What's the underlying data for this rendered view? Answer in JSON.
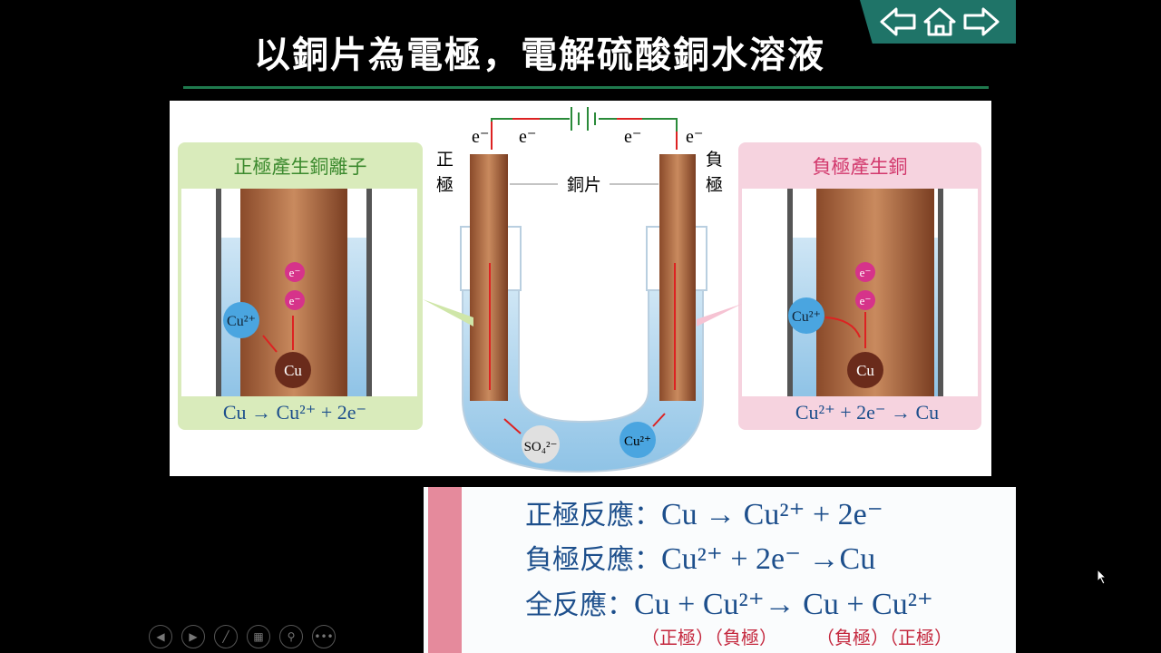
{
  "slide": {
    "title": "以銅片為電極，電解硫酸銅水溶液"
  },
  "nav": {
    "icons": [
      "arrow-left-icon",
      "home-icon",
      "arrow-right-icon"
    ]
  },
  "diagram": {
    "left_box": {
      "title": "正極產生銅離子",
      "equation": "Cu → Cu²⁺ + 2e⁻",
      "electron": "e⁻",
      "ion": "Cu²⁺",
      "atom": "Cu"
    },
    "right_box": {
      "title": "負極產生銅",
      "equation": "Cu²⁺ + 2e⁻ → Cu",
      "electron": "e⁻",
      "ion": "Cu²⁺",
      "atom": "Cu"
    },
    "anode_label": [
      "正",
      "極"
    ],
    "cathode_label": [
      "負",
      "極"
    ],
    "electrode_label": "銅片",
    "electron": "e⁻",
    "sulfate": "SO₄²⁻",
    "copper_ion": "Cu²⁺"
  },
  "panel": {
    "lines": [
      {
        "label": "正極反應：",
        "equation": "Cu → Cu²⁺ + 2e⁻"
      },
      {
        "label": "負極反應：",
        "equation": "Cu²⁺ + 2e⁻ →Cu"
      },
      {
        "label": "全反應：",
        "equation": "Cu + Cu²⁺→ Cu + Cu²⁺"
      }
    ],
    "notes": [
      "（正極）（負極）",
      "（負極）（正極）"
    ]
  },
  "colors": {
    "accent_green": "#1f7a4e",
    "nav_bg": "#1f7468",
    "equation_blue": "#1d4f8c",
    "note_red": "#c4283e"
  },
  "toolbar": {
    "icons": [
      "previous-icon",
      "next-icon",
      "pen-icon",
      "slides-icon",
      "zoom-icon",
      "more-icon"
    ]
  }
}
